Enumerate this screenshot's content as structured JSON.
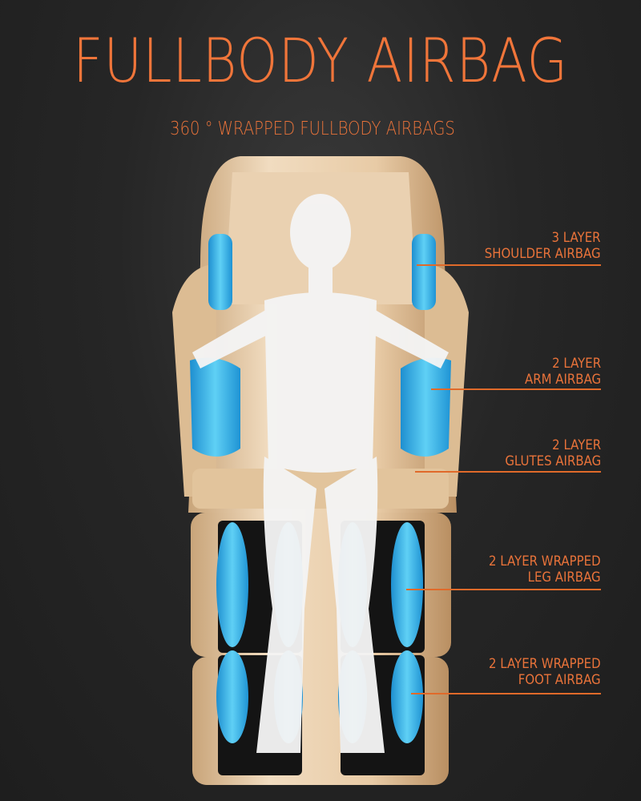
{
  "title": "FULLBODY AIRBAG",
  "subtitle": "360 ° WRAPPED FULLBODY AIRBAGS",
  "colors": {
    "accent": "#f0753a",
    "background": "#262626",
    "chair": "#e6c9a4",
    "airbag": "#3bb3e6",
    "figure": "#f4f4f4"
  },
  "callouts": [
    {
      "line1": "3 LAYER",
      "line2": "SHOULDER AIRBAG"
    },
    {
      "line1": "2 LAYER",
      "line2": "ARM AIRBAG"
    },
    {
      "line1": "2 LAYER",
      "line2": "GLUTES AIRBAG"
    },
    {
      "line1": "2 LAYER WRAPPED",
      "line2": "LEG AIRBAG"
    },
    {
      "line1": "2 LAYER WRAPPED",
      "line2": "FOOT AIRBAG"
    }
  ]
}
